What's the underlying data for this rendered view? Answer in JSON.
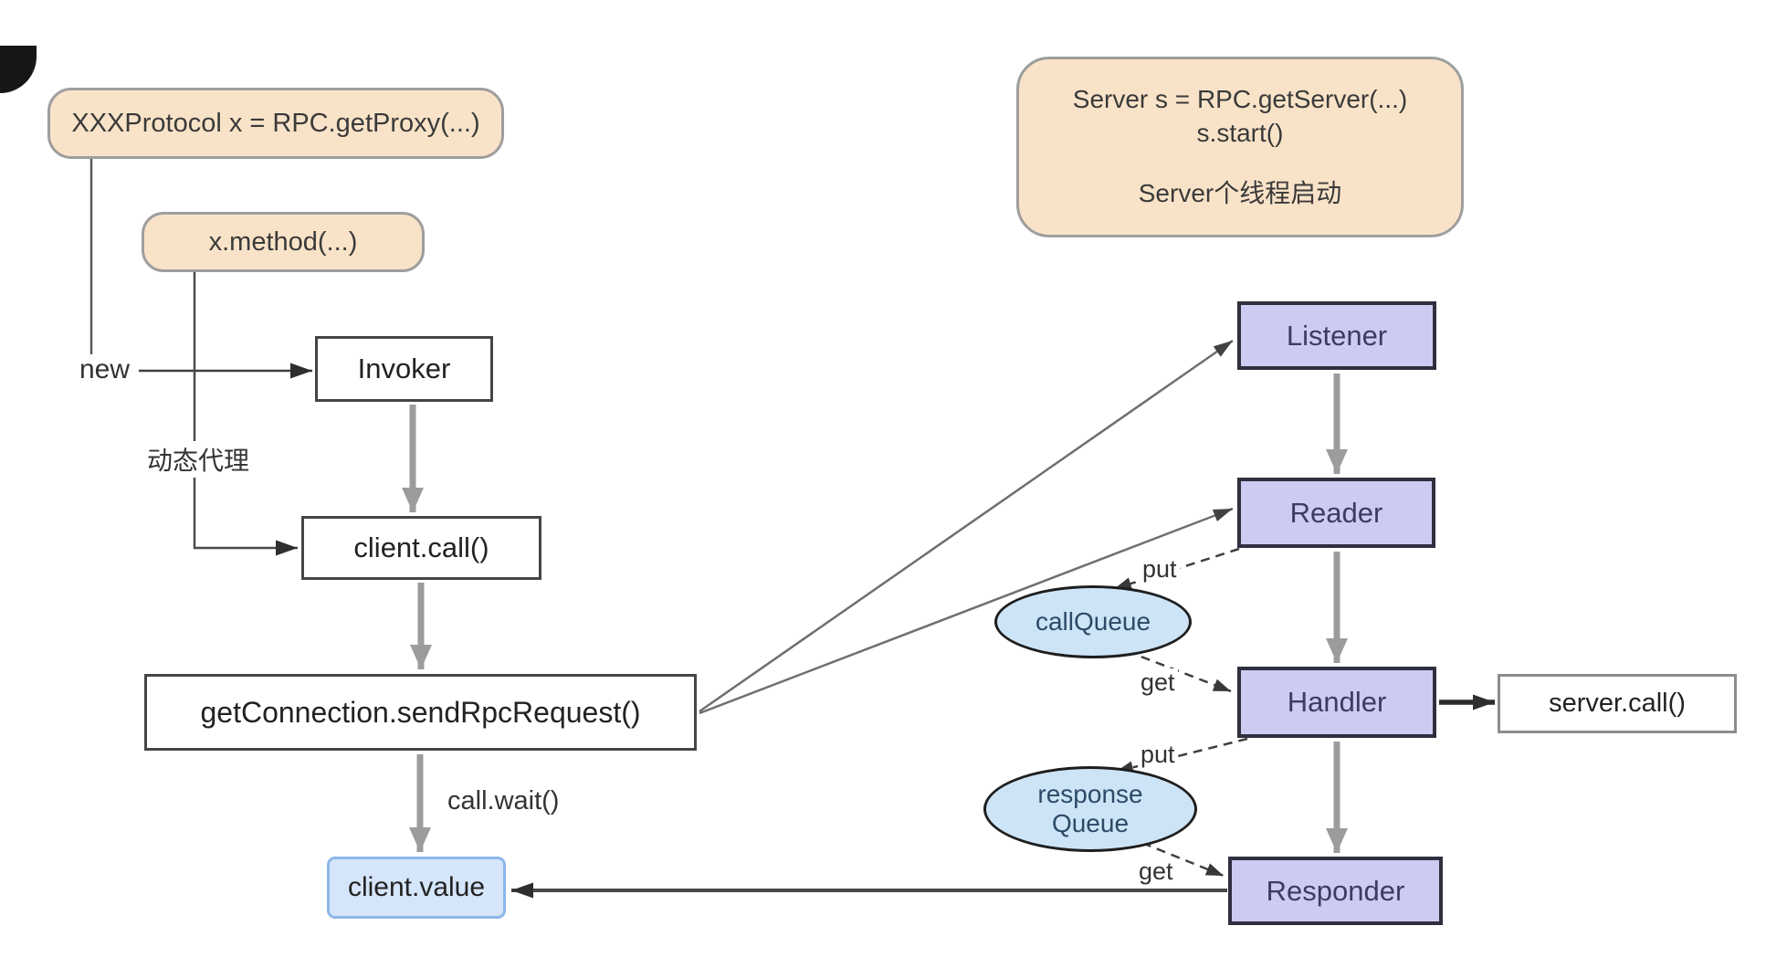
{
  "colors": {
    "tan_fill": "#f9e3c8",
    "tan_border": "#9e9e9e",
    "purple_fill": "#ccccf2",
    "purple_border": "#2f2f3f",
    "queue_fill": "#cde4f7",
    "queue_border": "#1e1e1e",
    "client_value_fill": "#d5e6fa",
    "client_value_border": "#8cb6ea",
    "gray_arrow": "#9c9c9c",
    "dark_line": "#3f3f3f"
  },
  "client_side": {
    "proxy_note": "XXXProtocol x = RPC.getProxy(...)",
    "method_note": "x.method(...)",
    "new_label": "new",
    "dynamic_proxy_label": "动态代理",
    "invoker": "Invoker",
    "client_call": "client.call()",
    "send_rpc_request": "getConnection.sendRpcRequest()",
    "call_wait_label": "call.wait()",
    "client_value": "client.value"
  },
  "server_side": {
    "server_note_line1": "Server s = RPC.getServer(...)",
    "server_note_line2": "s.start()",
    "server_note_line3": "Server个线程启动",
    "listener": "Listener",
    "reader": "Reader",
    "handler": "Handler",
    "responder": "Responder",
    "server_call": "server.call()",
    "call_queue": "callQueue",
    "response_queue_line1": "response",
    "response_queue_line2": "Queue",
    "put_label": "put",
    "get_label": "get"
  }
}
